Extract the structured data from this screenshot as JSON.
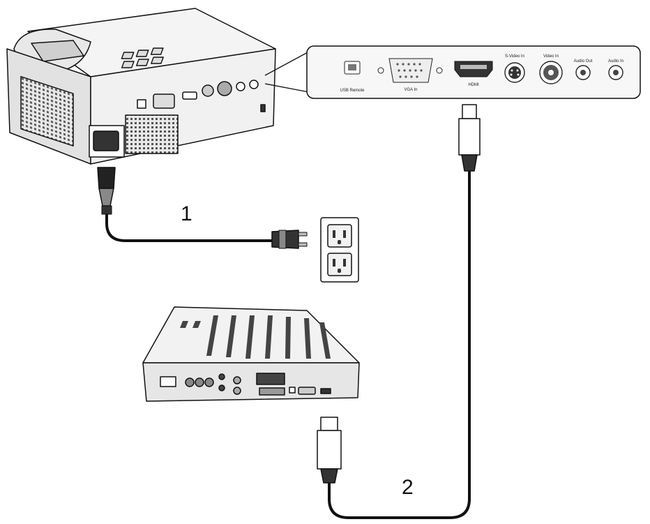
{
  "callouts": [
    {
      "id": "power-cable",
      "number": "1"
    },
    {
      "id": "hdmi-cable",
      "number": "2"
    }
  ],
  "port_panel": {
    "ports": [
      {
        "name": "usb-remote",
        "label": "USB Remote"
      },
      {
        "name": "vga-in",
        "label": "VGA In"
      },
      {
        "name": "hdmi",
        "label": "HDMI"
      },
      {
        "name": "s-video-in",
        "label": "S-Video In"
      },
      {
        "name": "video-in",
        "label": "Video In"
      },
      {
        "name": "audio-out",
        "label": "Audio Out"
      },
      {
        "name": "audio-in",
        "label": "Audio In"
      }
    ]
  },
  "colors": {
    "line": "#111111",
    "device_fill": "#f4f4f4",
    "panel_fill": "#f7f7f7",
    "shade": "#bdbdbd"
  }
}
